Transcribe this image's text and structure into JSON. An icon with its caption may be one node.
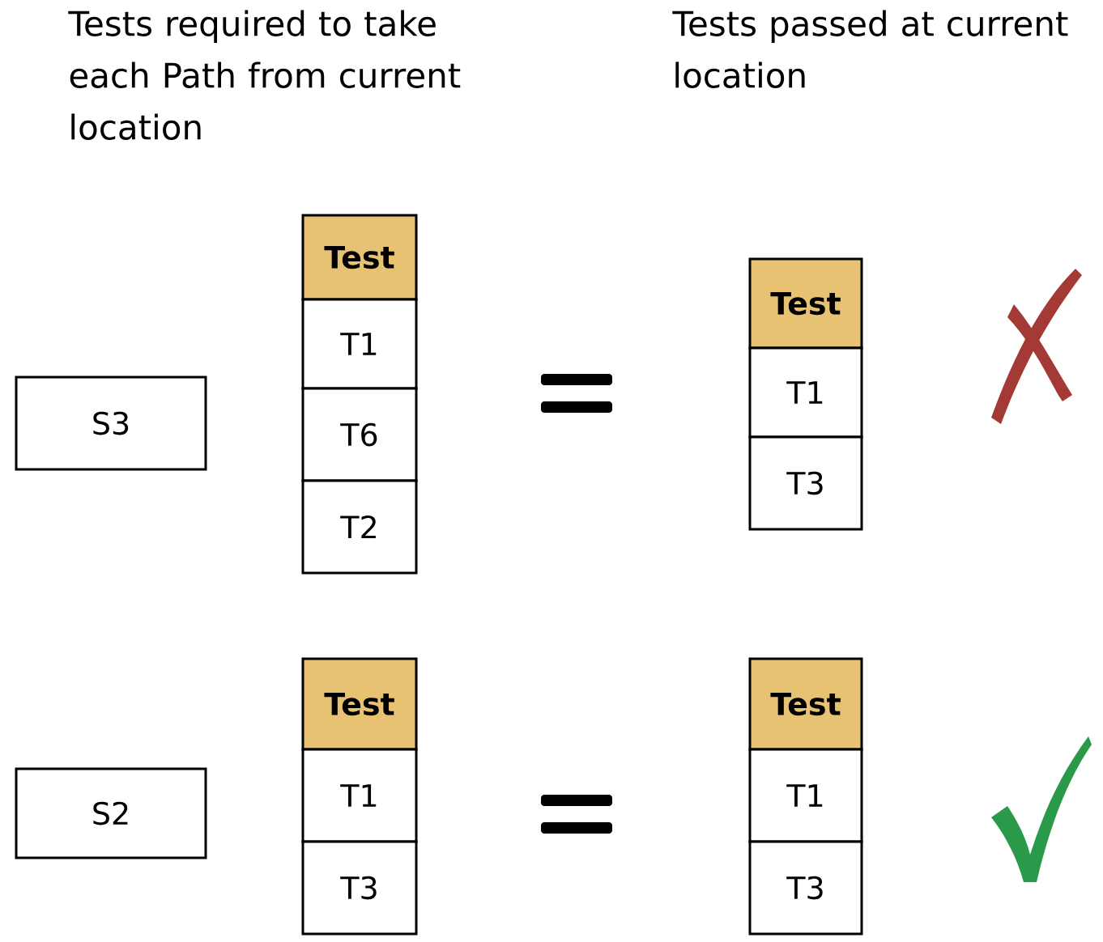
{
  "diagram": {
    "nodes": [
      {
        "text": [
          "S3"
        ]
      },
      {
        "text": [
          "Test"
        ]
      },
      {
        "text": [
          "T1"
        ]
      },
      {
        "text": [
          "T6"
        ]
      },
      {
        "text": [
          "T2"
        ]
      },
      {
        "text": [
          "Test"
        ]
      },
      {
        "text": [
          "T1"
        ]
      },
      {
        "text": [
          "T3"
        ]
      },
      {
        "text": [
          "S2"
        ]
      },
      {
        "text": [
          "Test"
        ]
      },
      {
        "text": [
          "T1"
        ]
      },
      {
        "text": [
          "T3"
        ]
      },
      {
        "text": [
          "Test"
        ]
      },
      {
        "text": [
          "T1"
        ]
      },
      {
        "text": [
          "T3"
        ]
      }
    ],
    "labels": [
      "Tests required to take each Path from current location",
      "Tests passed at current location"
    ]
  }
}
